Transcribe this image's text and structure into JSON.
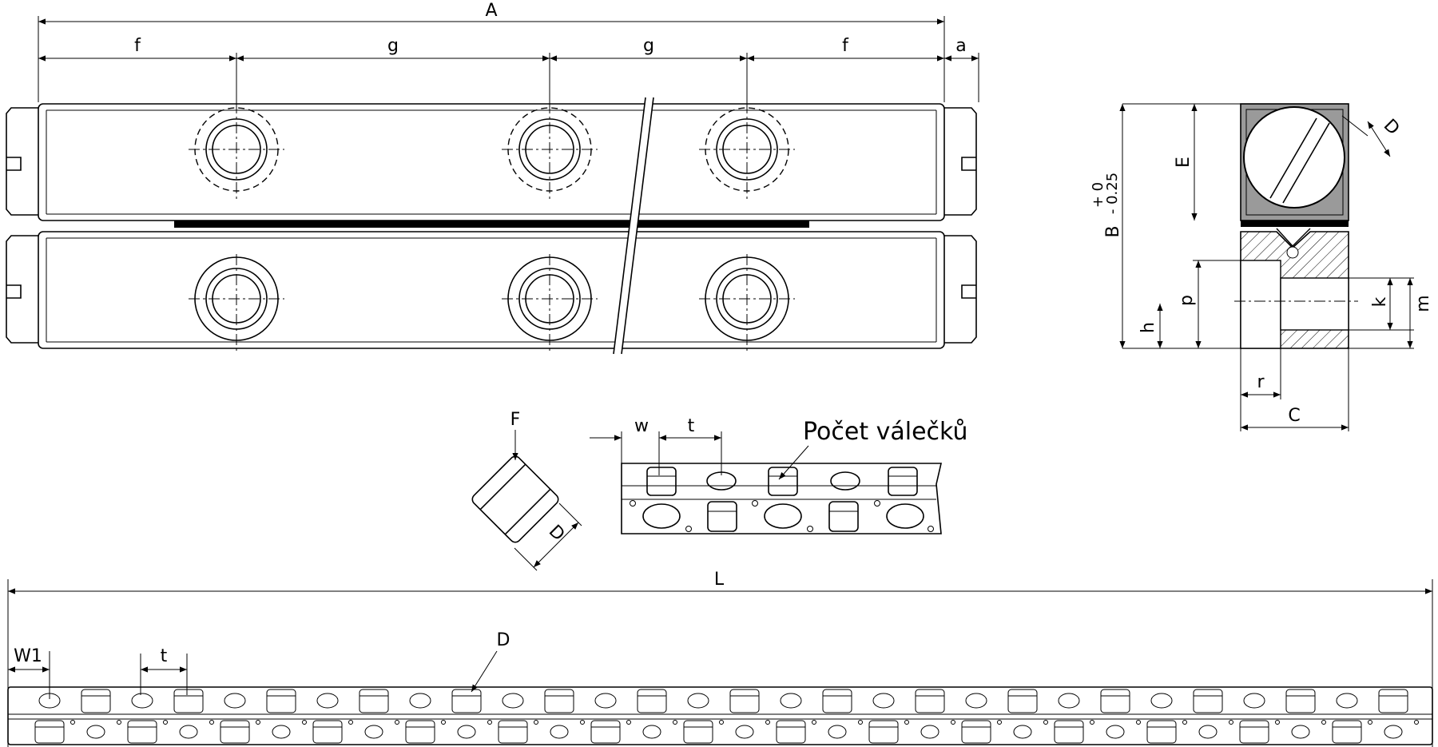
{
  "labels": {
    "A": "A",
    "f1": "f",
    "g1": "g",
    "g2": "g",
    "f2": "f",
    "a": "a",
    "E": "E",
    "D_section": "D",
    "B": "B",
    "B_tol_plus": "+ 0",
    "B_tol_minus": "- 0.25",
    "p": "p",
    "h": "h",
    "k": "k",
    "m": "m",
    "r": "r",
    "C": "C",
    "F": "F",
    "D_roller": "D",
    "w": "w",
    "t_cage": "t",
    "roller_count": "Počet válečků",
    "L": "L",
    "W1": "W1",
    "t_strip": "t",
    "D_strip": "D"
  },
  "colors": {
    "ink": "#000000",
    "hatch_fill": "#9a9a9a",
    "background": "#ffffff"
  }
}
